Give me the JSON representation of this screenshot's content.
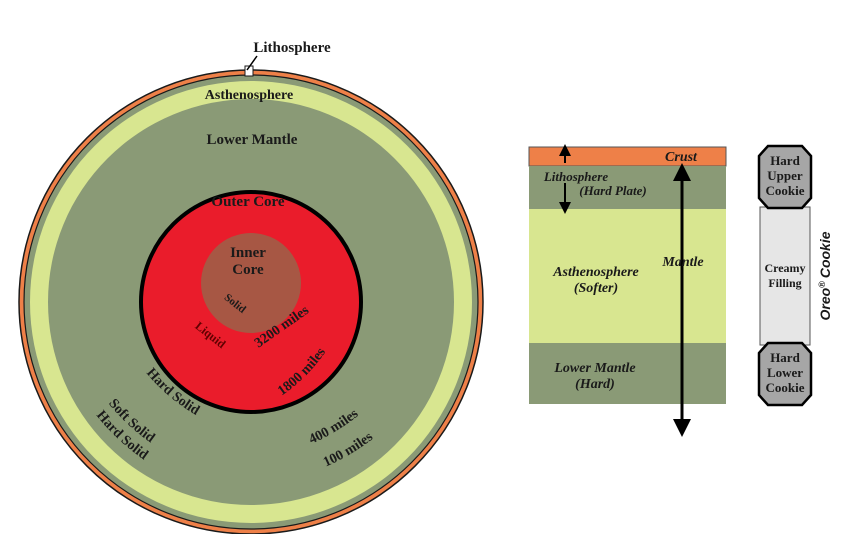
{
  "colors": {
    "crust": "#ee8048",
    "asthenosphere": "#d8e690",
    "mantle": "#8a9a76",
    "outer_core": "#ea1c2b",
    "inner_core": "#a75744",
    "cookie": "#a6a6a6",
    "filling": "#e6e6e6"
  },
  "globe": {
    "lithosphere": "Lithosphere",
    "asthenosphere": "Asthenosphere",
    "lower_mantle": "Lower Mantle",
    "outer_core": "Outer Core",
    "inner_core_line1": "Inner",
    "inner_core_line2": "Core",
    "solid": "Solid",
    "liquid": "Liquid",
    "miles_3200": "3200 miles",
    "miles_1800": "1800 miles",
    "hard_solid_inner": "Hard Solid",
    "soft_solid": "Soft Solid",
    "hard_solid_outer": "Hard Solid",
    "miles_400": "400 miles",
    "miles_100": "100 miles"
  },
  "column": {
    "crust": "Crust",
    "lithosphere": "Lithosphere",
    "hard_plate": "(Hard Plate)",
    "asthenosphere": "Asthenosphere",
    "softer": "(Softer)",
    "mantle": "Mantle",
    "lower_mantle": "Lower Mantle",
    "hard": "(Hard)"
  },
  "cookie": {
    "upper_1": "Hard",
    "upper_2": "Upper",
    "upper_3": "Cookie",
    "filling_1": "Creamy",
    "filling_2": "Filling",
    "lower_1": "Hard",
    "lower_2": "Lower",
    "lower_3": "Cookie",
    "brand": "Oreo",
    "registered": "®",
    "brand_suffix": "Cookie"
  }
}
